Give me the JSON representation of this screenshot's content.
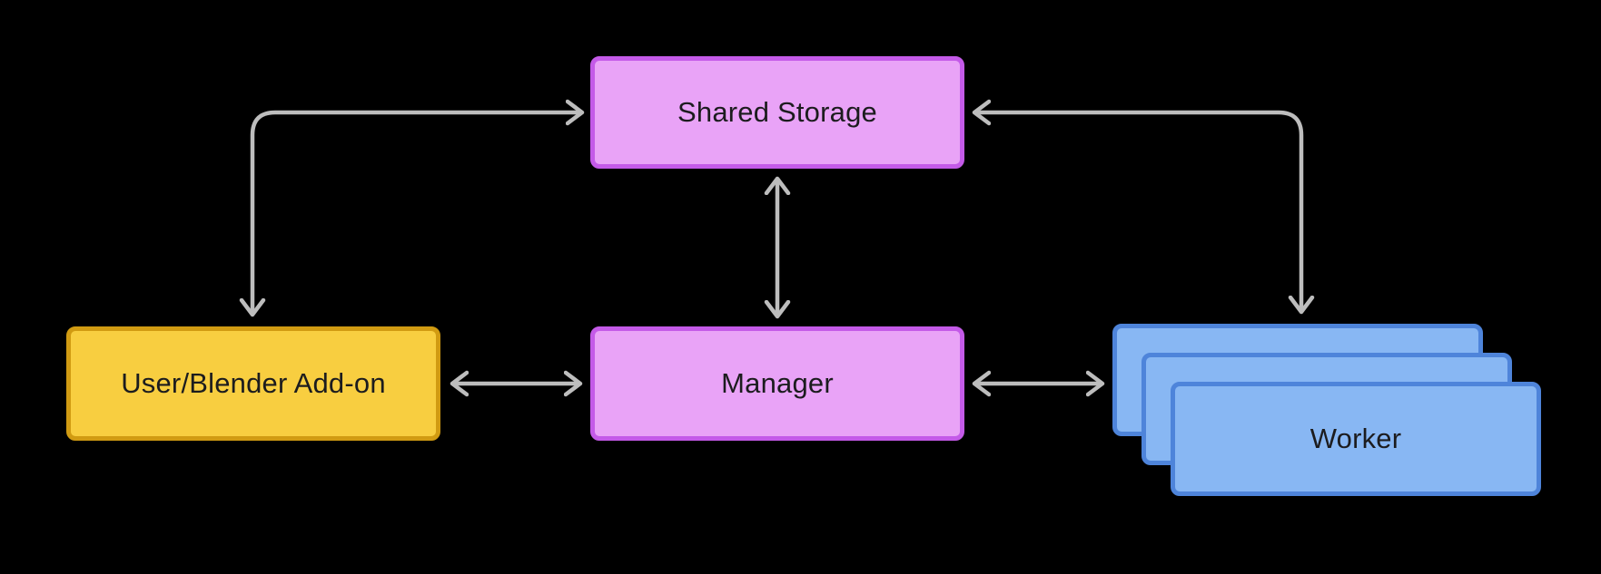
{
  "diagram": {
    "background": "#000000",
    "arrow_color": "#bdbdbd",
    "text_color": "#1c1c1e",
    "nodes": {
      "shared_storage": {
        "label": "Shared Storage",
        "fill": "#e9a3f7",
        "stroke": "#c45ae8"
      },
      "user_blender_addon": {
        "label": "User/Blender Add-on",
        "fill": "#f8ce40",
        "stroke": "#d19b12"
      },
      "manager": {
        "label": "Manager",
        "fill": "#e9a3f7",
        "stroke": "#c45ae8"
      },
      "worker": {
        "label": "Worker",
        "fill": "#88b7f3",
        "stroke": "#4e84da",
        "stack_count": 3
      }
    },
    "edges": [
      {
        "from": "user_blender_addon",
        "to": "shared_storage",
        "direction": "bidirectional",
        "shape": "elbow"
      },
      {
        "from": "shared_storage",
        "to": "worker",
        "direction": "bidirectional",
        "shape": "elbow"
      },
      {
        "from": "shared_storage",
        "to": "manager",
        "direction": "bidirectional",
        "shape": "straight"
      },
      {
        "from": "user_blender_addon",
        "to": "manager",
        "direction": "bidirectional",
        "shape": "straight"
      },
      {
        "from": "manager",
        "to": "worker",
        "direction": "bidirectional",
        "shape": "straight"
      }
    ]
  }
}
